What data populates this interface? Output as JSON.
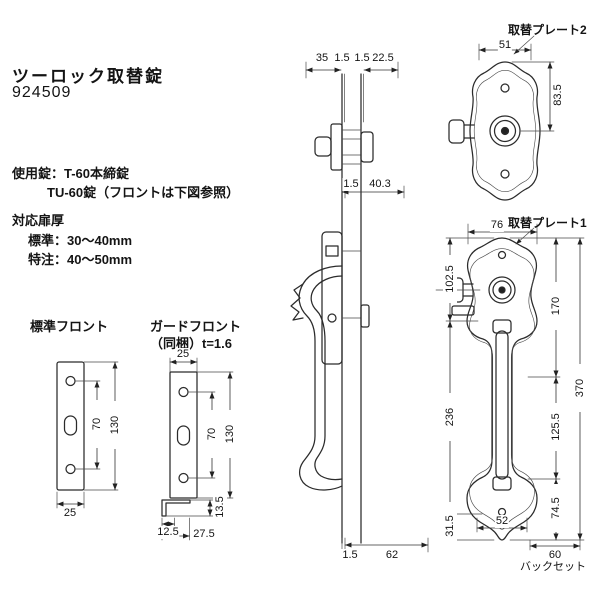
{
  "header": {
    "title": "ツーロック取替錠",
    "model": "924509"
  },
  "specs": {
    "lock_line1": "使用錠：T-60本締錠",
    "lock_line2": "TU-60錠（フロントは下図参照）",
    "door_thickness_label": "対応扉厚",
    "door_thickness_standard": "標準：30〜40mm",
    "door_thickness_custom": "特注：40〜50mm"
  },
  "standard_front": {
    "label": "標準フロント",
    "dim_screw_pitch": "70",
    "dim_height": "130",
    "dim_width": "25"
  },
  "guard_front": {
    "label": "ガードフロント",
    "sublabel": "（同梱）t=1.6",
    "dim_width_top": "25",
    "dim_screw_pitch": "70",
    "dim_height": "130",
    "dim_lip": "13.5",
    "dim_bend_inner": "12.5",
    "dim_bend_outer": "27.5"
  },
  "side_view": {
    "dim_case_depth": "35",
    "dim_front_thickness_left": "1.5",
    "dim_front_thickness_right": "1.5",
    "dim_outside_depth": "22.5",
    "dim_plate_thickness": "1.5",
    "dim_escutcheon_depth": "40.3",
    "dim_bottom_thickness": "1.5",
    "dim_bottom_depth": "62"
  },
  "plate2": {
    "label": "取替プレート2",
    "dim_width": "51",
    "dim_cylinder_center": "83.5"
  },
  "plate1": {
    "label": "取替プレート1",
    "dim_width": "76",
    "dim_top_to_cylinder": "102.5",
    "dim_cylinder_to_handle": "170",
    "dim_total_height": "370",
    "dim_handle_span": "236",
    "dim_mid": "125.5",
    "dim_lower": "74.5",
    "dim_bottom": "31.5",
    "dim_screw_pitch": "52",
    "dim_backset": "60",
    "backset_label": "バックセット"
  }
}
